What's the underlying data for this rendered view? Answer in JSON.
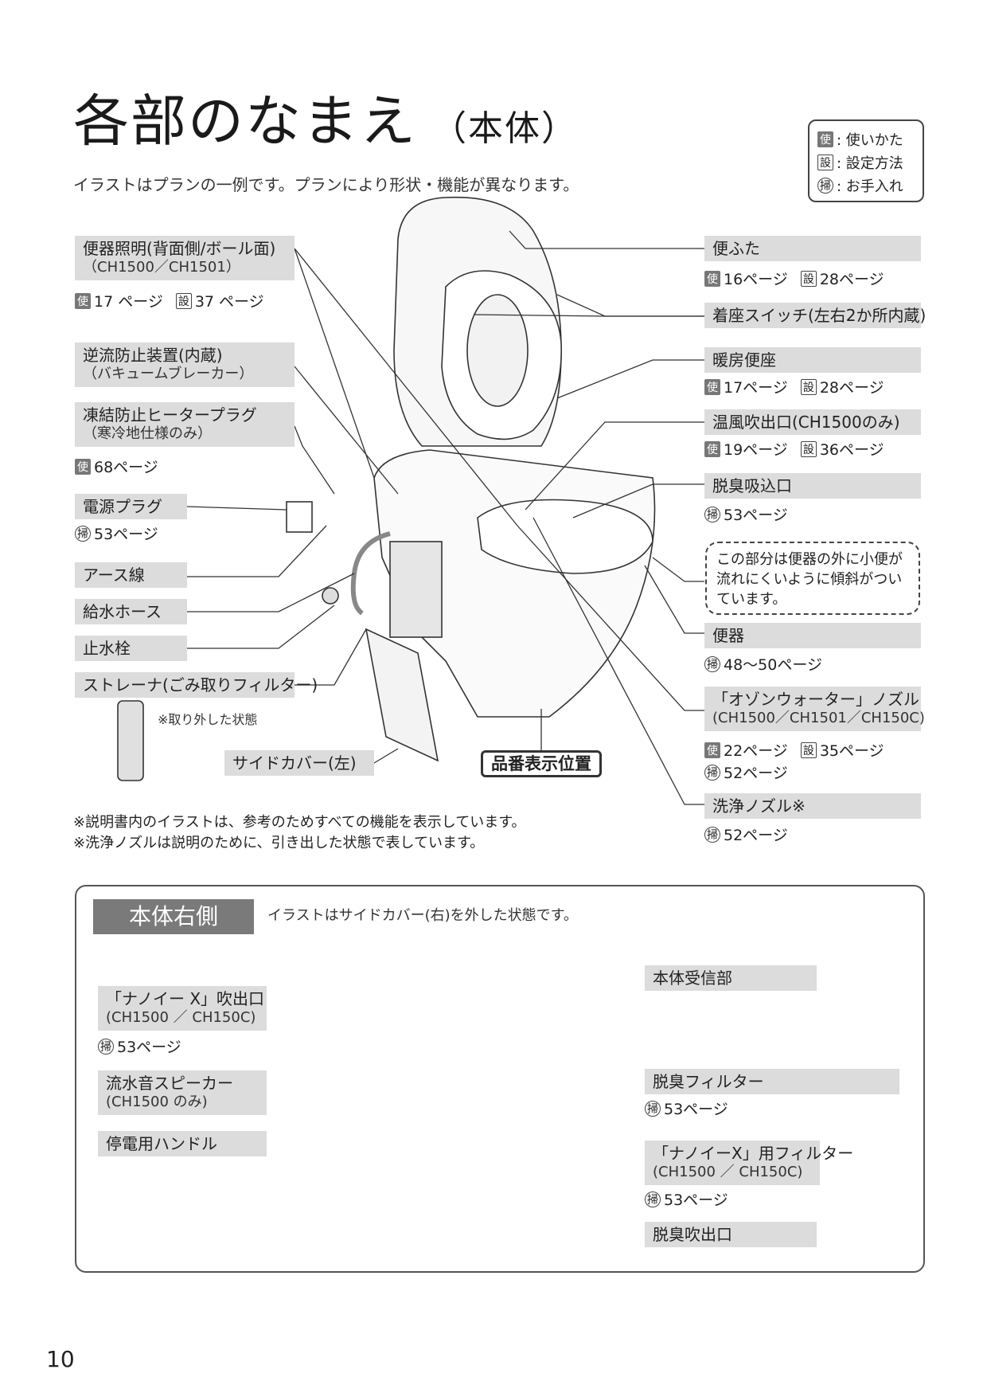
{
  "header": {
    "title": "各部のなまえ",
    "title_suffix": "（本体）",
    "subtitle": "イラストはプランの一例です。プランにより形状・機能が異なります。"
  },
  "legend": [
    {
      "icon": "使",
      "text": ": 使いかた"
    },
    {
      "icon": "設",
      "text": ": 設定方法"
    },
    {
      "icon": "掃",
      "text": ": お手入れ"
    }
  ],
  "left_labels": {
    "bowl_light": {
      "title": "便器照明(背面側/ボール面)",
      "sub": "（CH1500／CH1501）"
    },
    "backflow": {
      "title": "逆流防止装置(内蔵)",
      "sub": "（バキュームブレーカー）"
    },
    "antifreeze": {
      "title": "凍結防止ヒータープラグ",
      "sub": "（寒冷地仕様のみ）"
    },
    "power_plug": {
      "title": "電源プラグ"
    },
    "earth": {
      "title": "アース線"
    },
    "water_hose": {
      "title": "給水ホース"
    },
    "stop_valve": {
      "title": "止水栓"
    },
    "strainer": {
      "title": "ストレーナ(ごみ取りフィルター)"
    },
    "side_cover": {
      "title": "サイドカバー(左)"
    }
  },
  "left_refs": {
    "bowl_light": [
      {
        "icon": "使",
        "page": "17 ページ"
      },
      {
        "icon": "設",
        "page": "37 ページ"
      }
    ],
    "antifreeze": [
      {
        "icon": "使",
        "page": "68ページ"
      }
    ],
    "power_plug": [
      {
        "icon": "掃",
        "page": "53ページ"
      }
    ]
  },
  "right_labels": {
    "lid": {
      "title": "便ふた"
    },
    "seat_switch": {
      "title": "着座スイッチ(左右2か所内蔵)"
    },
    "heated_seat": {
      "title": "暖房便座"
    },
    "warm_air": {
      "title": "温風吹出口(CH1500のみ)"
    },
    "deodor_intake": {
      "title": "脱臭吸込口"
    },
    "bowl": {
      "title": "便器"
    },
    "ozone_nozzle": {
      "title": "「オゾンウォーター」ノズル",
      "sub": "(CH1500／CH1501／CH150C)"
    },
    "wash_nozzle": {
      "title": "洗浄ノズル※"
    }
  },
  "right_refs": {
    "lid": [
      {
        "icon": "使",
        "page": "16ページ"
      },
      {
        "icon": "設",
        "page": "28ページ"
      }
    ],
    "heated_seat": [
      {
        "icon": "使",
        "page": "17ページ"
      },
      {
        "icon": "設",
        "page": "28ページ"
      }
    ],
    "warm_air": [
      {
        "icon": "使",
        "page": "19ページ"
      },
      {
        "icon": "設",
        "page": "36ページ"
      }
    ],
    "deodor_intake": [
      {
        "icon": "掃",
        "page": "53ページ"
      }
    ],
    "bowl": [
      {
        "icon": "掃",
        "page": "48〜50ページ"
      }
    ],
    "ozone_nozzle": [
      {
        "icon": "使",
        "page": "22ページ"
      },
      {
        "icon": "設",
        "page": "35ページ"
      }
    ],
    "ozone_nozzle_2": [
      {
        "icon": "掃",
        "page": "52ページ"
      }
    ],
    "wash_nozzle": [
      {
        "icon": "掃",
        "page": "52ページ"
      }
    ]
  },
  "dashed_note": "この部分は便器の外に小便が流れにくいように傾斜がついています。",
  "part_number_label": "品番表示位置",
  "removed_note": "※取り外した状態",
  "footnotes": [
    "※説明書内のイラストは、参考のためすべての機能を表示しています。",
    "※洗浄ノズルは説明のために、引き出した状態で表しています。"
  ],
  "right_side": {
    "title": "本体右側",
    "desc": "イラストはサイドカバー(右)を外した状態です。",
    "labels": {
      "nanoe_outlet": {
        "title": "「ナノイー X」吹出口",
        "sub": "(CH1500 ／ CH150C)"
      },
      "speaker": {
        "title": "流水音スピーカー",
        "sub": "(CH1500 のみ)"
      },
      "handle": {
        "title": "停電用ハンドル"
      },
      "receiver": {
        "title": "本体受信部"
      },
      "deodor_filter": {
        "title": "脱臭フィルター"
      },
      "nanoe_filter": {
        "title": "「ナノイーX」用フィルター",
        "sub": "(CH1500 ／ CH150C)"
      },
      "deodor_outlet": {
        "title": "脱臭吹出口"
      }
    },
    "refs": {
      "nanoe_outlet": [
        {
          "icon": "掃",
          "page": "53ページ"
        }
      ],
      "deodor_filter": [
        {
          "icon": "掃",
          "page": "53ページ"
        }
      ],
      "nanoe_filter": [
        {
          "icon": "掃",
          "page": "53ページ"
        }
      ]
    }
  },
  "page_number": "10"
}
